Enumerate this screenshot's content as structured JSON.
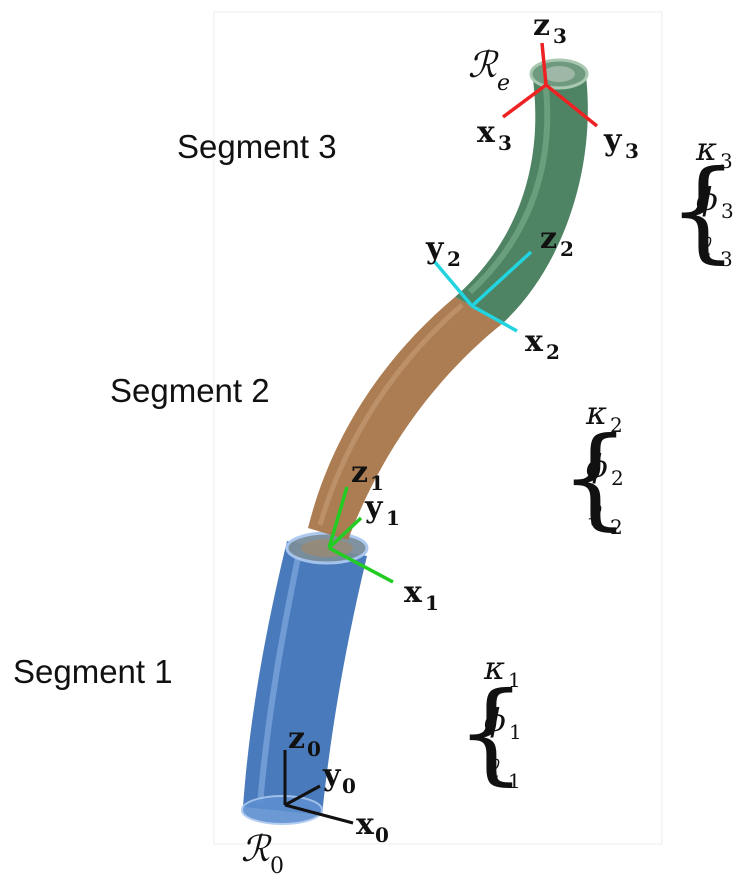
{
  "segments": [
    {
      "label": "Segment 1",
      "color": "#3a6fb5"
    },
    {
      "label": "Segment 2",
      "color": "#a8764a"
    },
    {
      "label": "Segment 3",
      "color": "#3f7a56"
    }
  ],
  "frames": {
    "base": {
      "symbol": "ℛ",
      "sub": "0"
    },
    "end": {
      "symbol": "ℛ",
      "sub": "e"
    }
  },
  "axes": {
    "f0": {
      "x": "x",
      "y": "y",
      "z": "z",
      "index": "0",
      "color": "#111111"
    },
    "f1": {
      "x": "x",
      "y": "y",
      "z": "z",
      "index": "1",
      "color": "#22cc22"
    },
    "f2": {
      "x": "x",
      "y": "y",
      "z": "z",
      "index": "2",
      "color": "#22d3e0"
    },
    "f3": {
      "x": "x",
      "y": "y",
      "z": "z",
      "index": "3",
      "color": "#ee2222"
    }
  },
  "params": [
    {
      "kappa": "κ",
      "phi": "ϕ",
      "ell": "ℓ",
      "index": "1"
    },
    {
      "kappa": "κ",
      "phi": "ϕ",
      "ell": "ℓ",
      "index": "2"
    },
    {
      "kappa": "κ",
      "phi": "ϕ",
      "ell": "ℓ",
      "index": "3"
    }
  ],
  "brace_glyph": "{"
}
